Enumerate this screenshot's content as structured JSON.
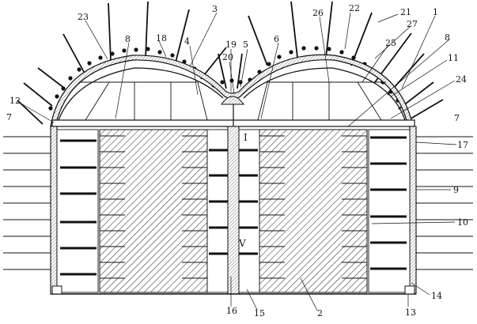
{
  "labels": {
    "l1": "1",
    "l2": "2",
    "l3": "3",
    "l4": "4",
    "l5": "5",
    "l6": "6",
    "l7a": "7",
    "l7b": "7",
    "l8a": "8",
    "l8b": "8",
    "l9": "9",
    "l10": "10",
    "l11": "11",
    "l12": "12",
    "l13": "13",
    "l14": "14",
    "l15": "15",
    "l16": "16",
    "l17": "17",
    "l18": "18",
    "l19": "19",
    "l20": "20",
    "l21": "21",
    "l22": "22",
    "l23": "23",
    "l24": "24",
    "l25": "25",
    "l26": "26",
    "l27": "27"
  },
  "stages": {
    "upper": "I",
    "lower": "V"
  }
}
